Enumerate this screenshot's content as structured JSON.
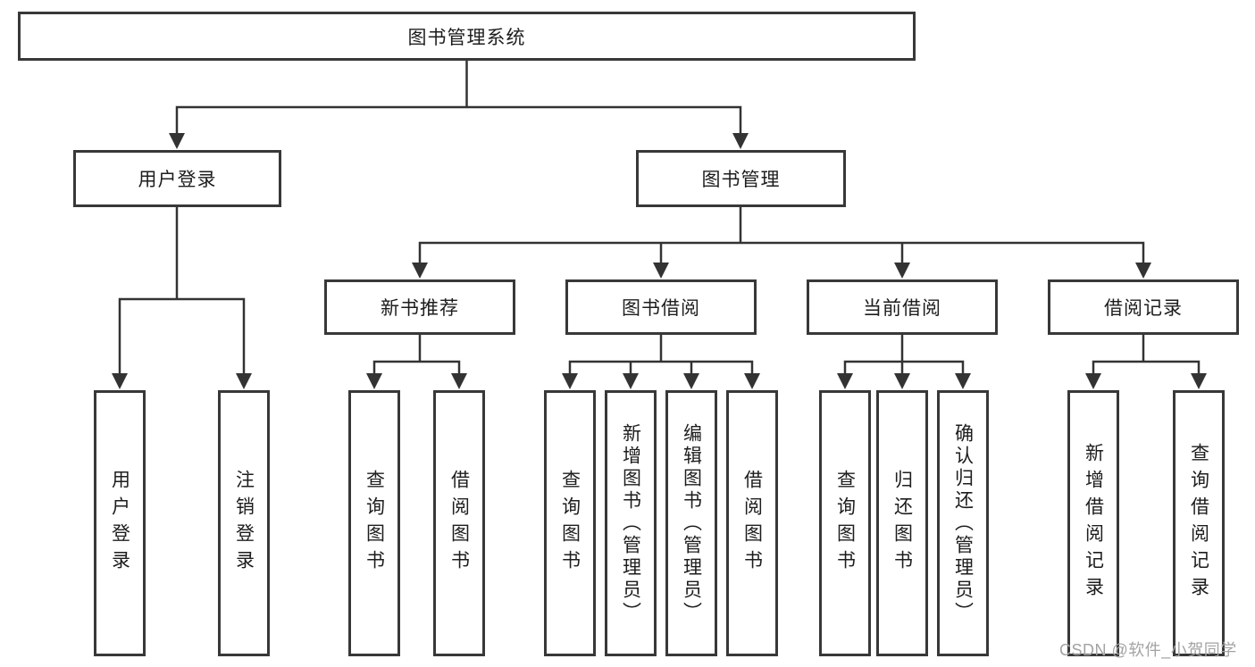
{
  "diagram": {
    "nodes": {
      "root": "图书管理系统",
      "user_login": "用户登录",
      "book_management": "图书管理",
      "new_book_recommend": "新书推荐",
      "book_borrow": "图书借阅",
      "current_borrow": "当前借阅",
      "borrow_records": "借阅记录"
    },
    "leaves": {
      "user_login": [
        "用户登录",
        "注销登录"
      ],
      "new_book_recommend": [
        "查询图书",
        "借阅图书"
      ],
      "book_borrow": [
        "查询图书",
        "新增图书（管理员）",
        "编辑图书（管理员）",
        "借阅图书"
      ],
      "current_borrow": [
        "查询图书",
        "归还图书",
        "确认归还（管理员）"
      ],
      "borrow_records": [
        "新增借阅记录",
        "查询借阅记录"
      ]
    }
  },
  "watermark": {
    "text": "CSDN @软件_小贺同学"
  },
  "colors": {
    "line": "#333333",
    "border": "#383838",
    "text": "#1d1d1d",
    "watermark": "#a3a3a3",
    "background": "#ffffff"
  }
}
